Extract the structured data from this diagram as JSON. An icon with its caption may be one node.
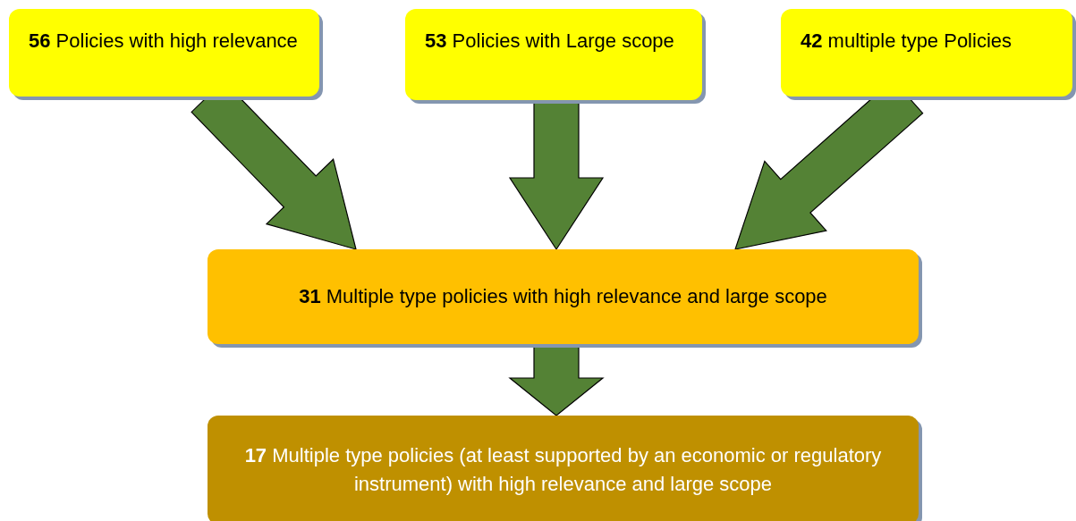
{
  "diagram": {
    "nodes": [
      {
        "text": [
          "**56** Policies with high relevance"
        ]
      },
      {
        "text": [
          "**53** Policies with Large scope"
        ]
      },
      {
        "text": [
          "**42** multiple type Policies"
        ]
      },
      {
        "text": [
          "**31** Multiple type policies with high relevance and large scope"
        ]
      },
      {
        "text": [
          "**17** Multiple type policies (at least supported by an economic or regulatory instrument) with high relevance and large scope"
        ]
      }
    ],
    "edges": [
      {
        "from": 0,
        "to": 3,
        "arrow": "to"
      },
      {
        "from": 1,
        "to": 3,
        "arrow": "to"
      },
      {
        "from": 2,
        "to": 3,
        "arrow": "to"
      },
      {
        "from": 3,
        "to": 4,
        "arrow": "to"
      }
    ]
  }
}
